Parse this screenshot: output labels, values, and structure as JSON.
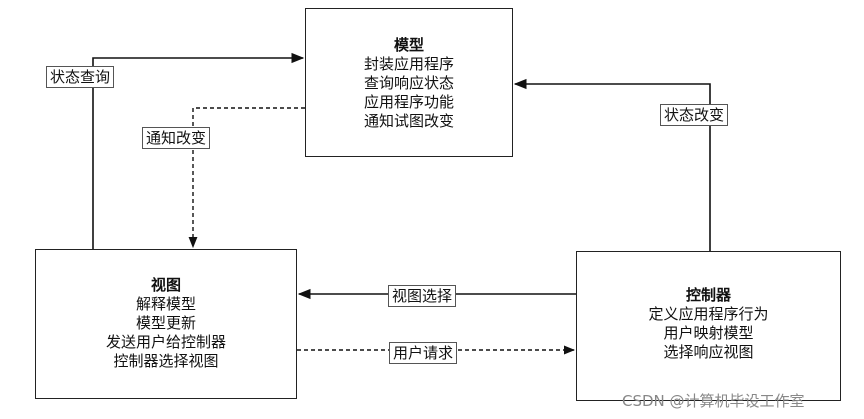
{
  "model": {
    "title": "模型",
    "lines": [
      "封装应用程序",
      "查询响应状态",
      "应用程序功能",
      "通知试图改变"
    ]
  },
  "view": {
    "title": "视图",
    "lines": [
      "解释模型",
      "模型更新",
      "发送用户给控制器",
      "控制器选择视图"
    ]
  },
  "controller": {
    "title": "控制器",
    "lines": [
      "定义应用程序行为",
      "用户映射模型",
      "选择响应视图"
    ]
  },
  "edges": {
    "state_query": "状态查询",
    "notify_change": "通知改变",
    "state_change": "状态改变",
    "view_select": "视图选择",
    "user_request": "用户请求"
  },
  "watermark": "CSDN @计算机毕设工作室"
}
